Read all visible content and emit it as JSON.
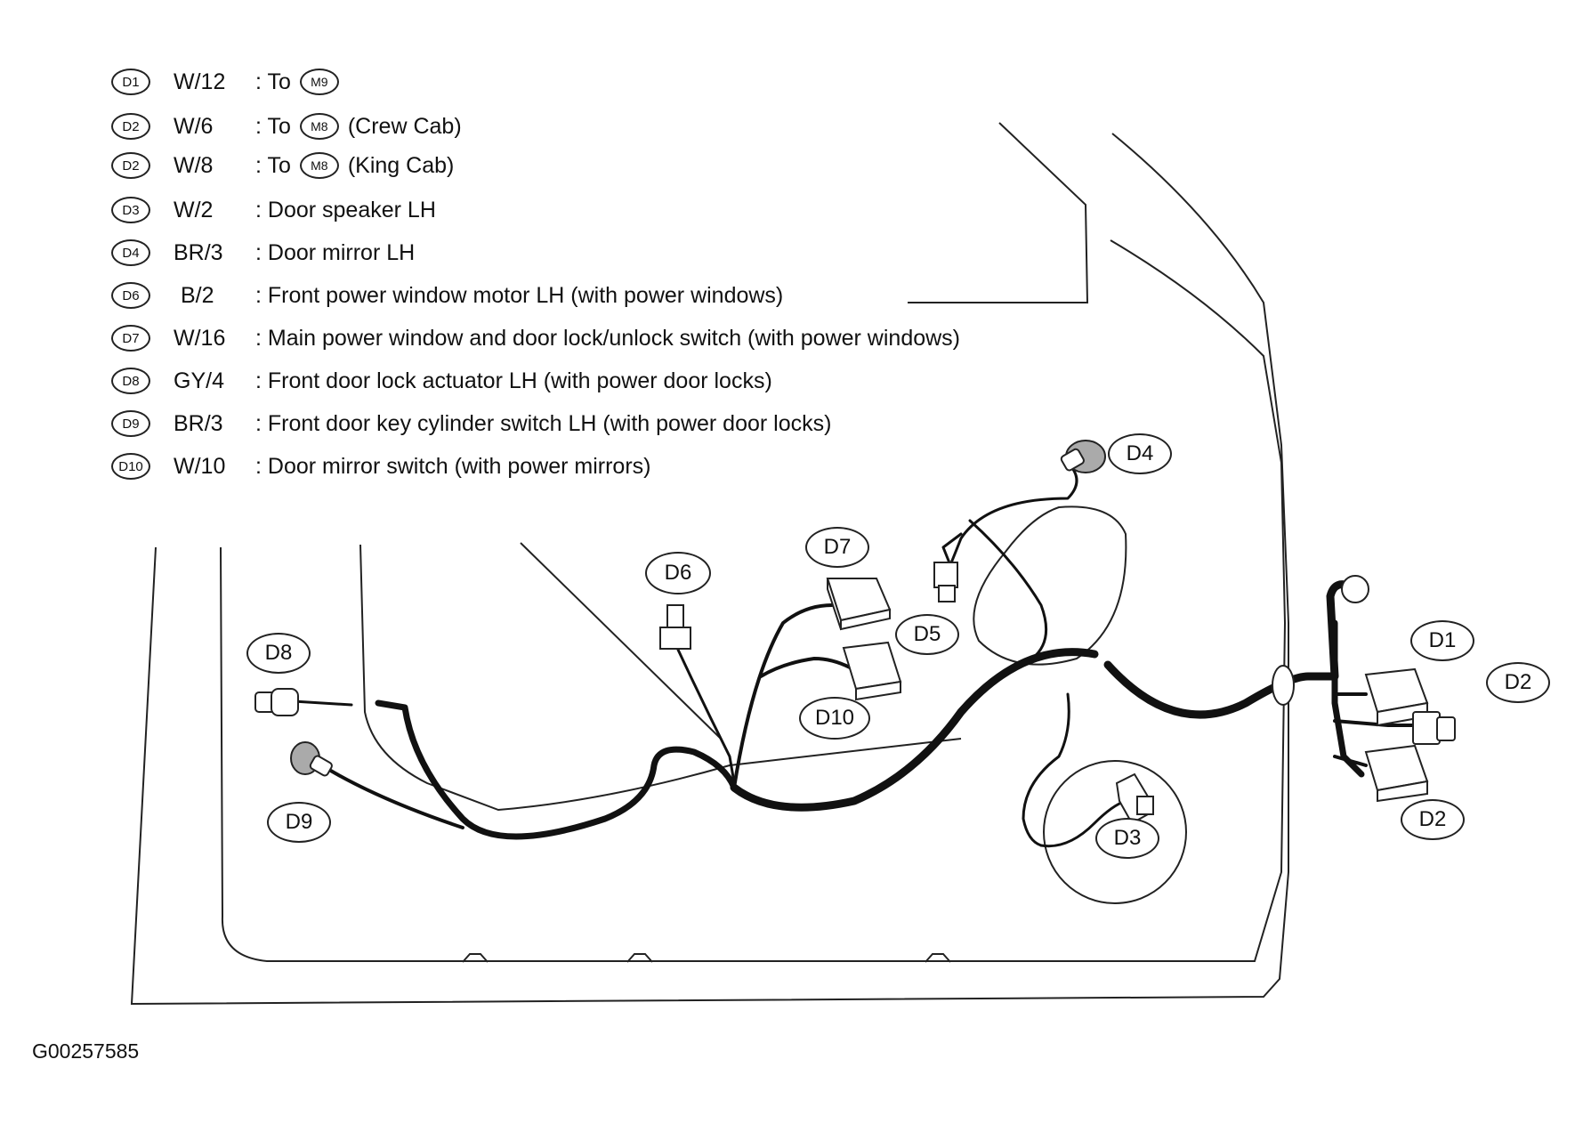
{
  "legend": [
    {
      "badge": "D1",
      "code": "W/12",
      "prefix": ": To",
      "ref": "M9",
      "text": ""
    },
    {
      "badge": "D2",
      "code": "W/6",
      "prefix": ": To",
      "ref": "M8",
      "text": "(Crew Cab)"
    },
    {
      "badge": "D2",
      "code": "W/8",
      "prefix": ": To",
      "ref": "M8",
      "text": "(King Cab)"
    },
    {
      "badge": "D3",
      "code": "W/2",
      "prefix": ": Door speaker LH",
      "ref": "",
      "text": ""
    },
    {
      "badge": "D4",
      "code": "BR/3",
      "prefix": ": Door mirror LH",
      "ref": "",
      "text": ""
    },
    {
      "badge": "D6",
      "code": "B/2",
      "prefix": ": Front power window motor LH (with power windows)",
      "ref": "",
      "text": ""
    },
    {
      "badge": "D7",
      "code": "W/16",
      "prefix": ": Main power window and door lock/unlock switch (with power windows)",
      "ref": "",
      "text": ""
    },
    {
      "badge": "D8",
      "code": "GY/4",
      "prefix": ": Front door lock actuator LH (with power door locks)",
      "ref": "",
      "text": ""
    },
    {
      "badge": "D9",
      "code": "BR/3",
      "prefix": ": Front door key cylinder switch LH (with power door locks)",
      "ref": "",
      "text": ""
    },
    {
      "badge": "D10",
      "code": "W/10",
      "prefix": ": Door mirror switch (with power mirrors)",
      "ref": "",
      "text": ""
    }
  ],
  "callouts": {
    "d1": "D1",
    "d2a": "D2",
    "d2b": "D2",
    "d3": "D3",
    "d4": "D4",
    "d5": "D5",
    "d6": "D6",
    "d7": "D7",
    "d8": "D8",
    "d9": "D9",
    "d10": "D10"
  },
  "figure_id": "G00257585"
}
